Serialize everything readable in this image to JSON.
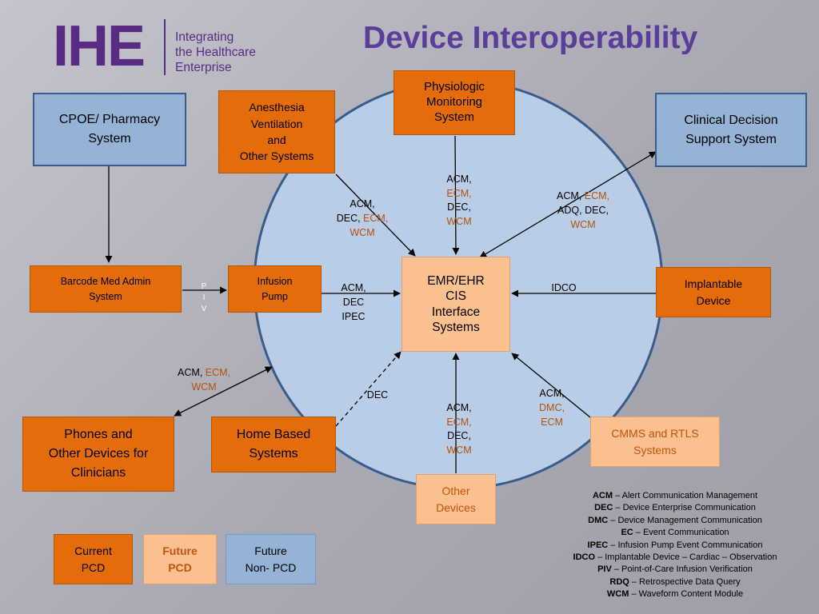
{
  "header": {
    "logo_mark": "IHE",
    "logo_text": [
      "Integrating",
      "the Healthcare",
      "Enterprise"
    ],
    "title": "Device Interoperability"
  },
  "colors": {
    "current": "#e46c0a",
    "future": "#fac090",
    "future_non_pcd": "#95b3d7",
    "circle": "#b9cde6",
    "circle_border": "#385d8a",
    "highlight_text": "#b4520c",
    "title": "#5b3d9a"
  },
  "nodes": {
    "center": [
      "EMR/EHR",
      "CIS",
      "Interface",
      "Systems"
    ],
    "physio": [
      "Physiologic",
      "Monitoring",
      "System"
    ],
    "anesthesia": [
      "Anesthesia",
      "Ventilation",
      "and",
      "Other Systems"
    ],
    "cpoe": [
      "CPOE/ Pharmacy",
      "System"
    ],
    "cds": [
      "Clinical Decision",
      "Support System"
    ],
    "barcode": [
      "Barcode Med Admin",
      "System"
    ],
    "infusion": [
      "Infusion",
      "Pump"
    ],
    "implantable": [
      "Implantable",
      "Device"
    ],
    "phones": [
      "Phones and",
      "Other Devices for",
      "Clinicians"
    ],
    "home": [
      "Home Based",
      "Systems"
    ],
    "other": [
      "Other",
      "Devices"
    ],
    "cmms": [
      "CMMS and RTLS",
      "Systems"
    ]
  },
  "edge_labels": {
    "piv": [
      "P",
      "I",
      "V"
    ],
    "physio": [
      "ACM,",
      "ECM,",
      "DEC,",
      "WCM"
    ],
    "anesthesia": {
      "l1": "ACM,",
      "l2a": "DEC, ",
      "l2b": "ECM,",
      "l3": "WCM"
    },
    "cds": {
      "l1a": "ACM, ",
      "l1b": "ECM,",
      "l2": "ADQ, DEC,",
      "l3": "WCM"
    },
    "infusion": [
      "ACM,",
      "DEC",
      "IPEC"
    ],
    "implantable": "IDCO",
    "phones": {
      "l1a": "ACM, ",
      "l1b": "ECM,",
      "l2": "WCM"
    },
    "home": "DEC",
    "other": [
      "ACM,",
      "ECM,",
      "DEC,",
      "WCM"
    ],
    "cmms": [
      "ACM,",
      "DMC,",
      "ECM"
    ]
  },
  "legend_boxes": [
    {
      "line1": "Current",
      "line2": "PCD"
    },
    {
      "line1": "Future",
      "line2": "PCD"
    },
    {
      "line1": "Future",
      "line2": "Non- PCD"
    }
  ],
  "glossary": [
    {
      "abbr": "ACM",
      "text": " – Alert Communication Management"
    },
    {
      "abbr": "DEC",
      "text": " – Device Enterprise Communication"
    },
    {
      "abbr": "DMC",
      "text": " – Device Management Communication"
    },
    {
      "abbr": "EC",
      "text": " – Event Communication"
    },
    {
      "abbr": "IPEC",
      "text": " – Infusion Pump Event Communication"
    },
    {
      "abbr": "IDCO",
      "text": " – Implantable Device – Cardiac – Observation"
    },
    {
      "abbr": "PIV",
      "text": " – Point-of-Care Infusion Verification"
    },
    {
      "abbr": "RDQ",
      "text": " – Retrospective Data Query"
    },
    {
      "abbr": "WCM",
      "text": " – Waveform Content Module"
    }
  ]
}
